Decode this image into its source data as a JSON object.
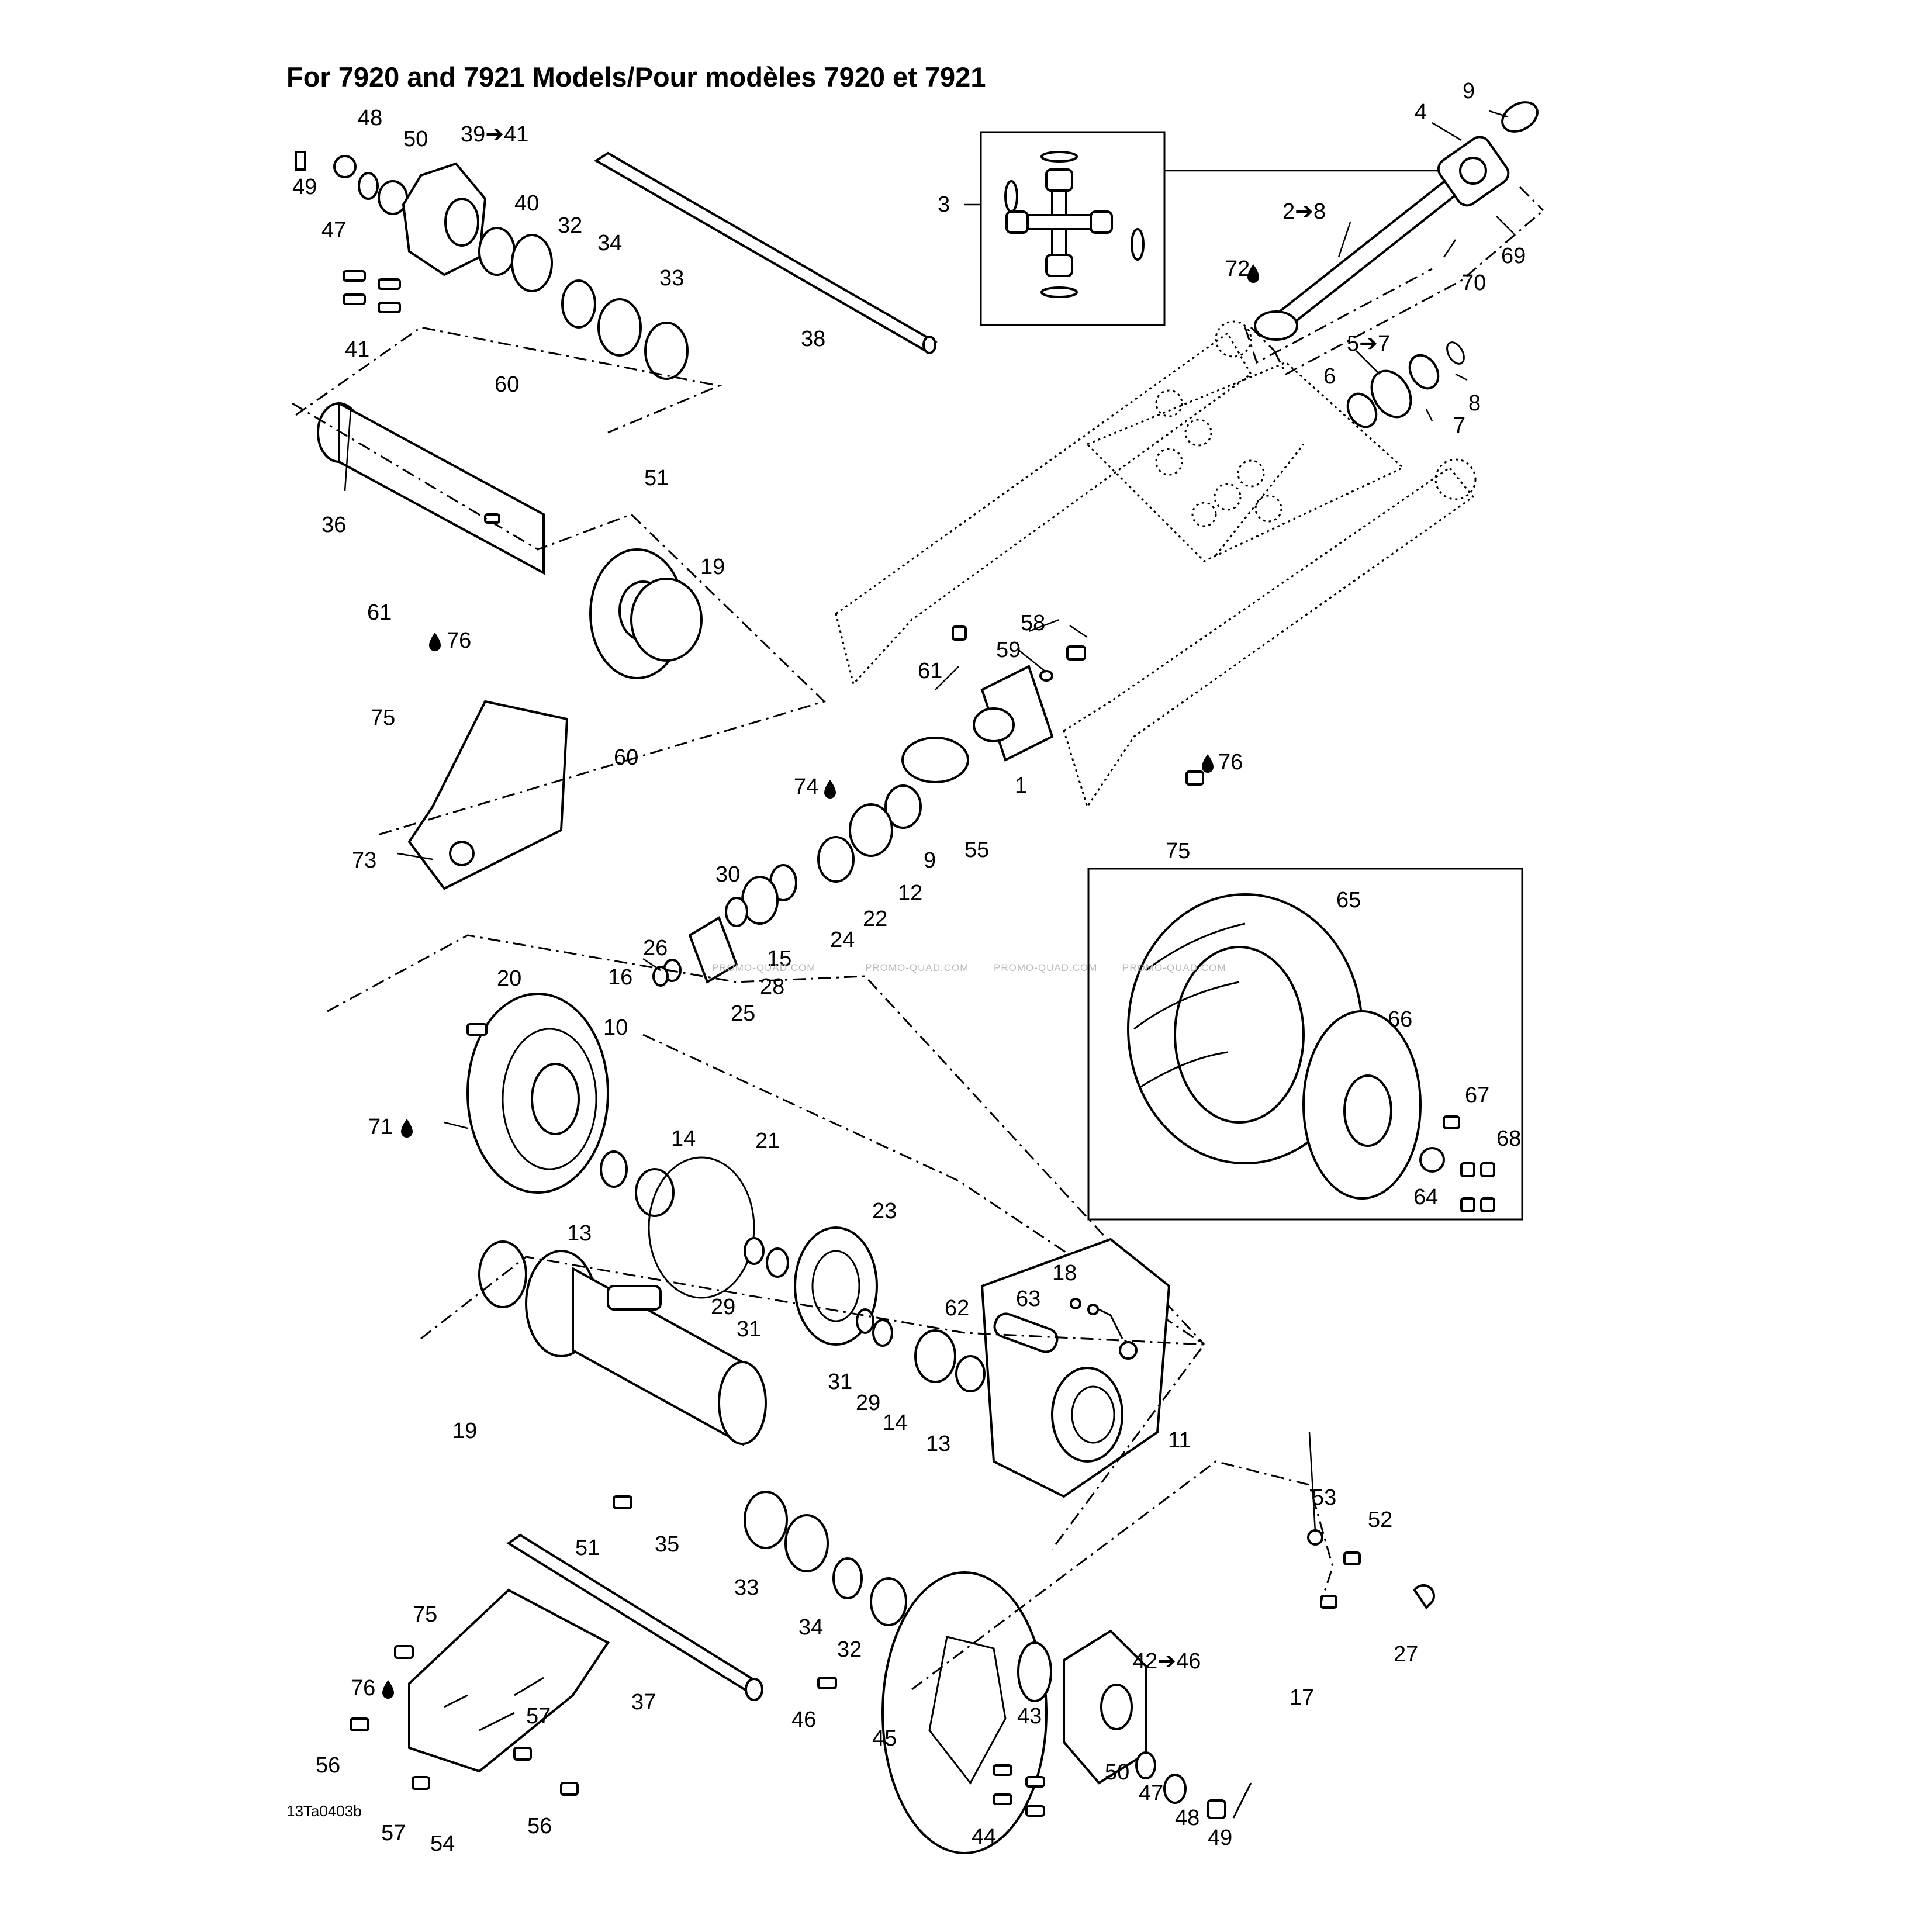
{
  "title": "For 7920 and 7921 Models/Pour modèles 7920 et 7921",
  "footer_code": "13Ta0403b",
  "watermark": "PROMO-QUAD.COM",
  "labels": {
    "l9a": "9",
    "l4": "4",
    "l3": "3",
    "l2to8": "2➔8",
    "l69": "69",
    "l70": "70",
    "l72": "72",
    "l5to7": "5➔7",
    "l6": "6",
    "l8": "8",
    "l7": "7",
    "l48a": "48",
    "l50a": "50",
    "l39to41": "39➔41",
    "l49a": "49",
    "l47a": "47",
    "l40": "40",
    "l32a": "32",
    "l34a": "34",
    "l33a": "33",
    "l41": "41",
    "l38": "38",
    "l60a": "60",
    "l36": "36",
    "l51a": "51",
    "l19a": "19",
    "l61a": "61",
    "l76a": "76",
    "l75a": "75",
    "l60b": "60",
    "l73": "73",
    "l61b": "61",
    "l58": "58",
    "l59": "59",
    "l1": "1",
    "l76b": "76",
    "l75b": "75",
    "l74": "74",
    "l9b": "9",
    "l55": "55",
    "l30": "30",
    "l12": "12",
    "l22": "22",
    "l24": "24",
    "l15": "15",
    "l26": "26",
    "l28": "28",
    "l16": "16",
    "l25": "25",
    "l20": "20",
    "l10": "10",
    "l71": "71",
    "l14a": "14",
    "l21": "21",
    "l13a": "13",
    "l23": "23",
    "l29a": "29",
    "l31a": "31",
    "l18": "18",
    "l63": "63",
    "l62": "62",
    "l31b": "31",
    "l29b": "29",
    "l14b": "14",
    "l13b": "13",
    "l11": "11",
    "l19b": "19",
    "l51b": "51",
    "l35": "35",
    "l33b": "33",
    "l53": "53",
    "l52": "52",
    "l34b": "34",
    "l32b": "32",
    "l27": "27",
    "l75c": "75",
    "l37": "37",
    "l42to46": "42➔46",
    "l76c": "76",
    "l57a": "57",
    "l46": "46",
    "l43": "43",
    "l17": "17",
    "l56a": "56",
    "l45": "45",
    "l50b": "50",
    "l47b": "47",
    "l57b": "57",
    "l54": "54",
    "l56b": "56",
    "l48b": "48",
    "l49b": "49",
    "l44": "44",
    "l65": "65",
    "l66": "66",
    "l67": "67",
    "l68": "68",
    "l64": "64"
  },
  "colors": {
    "line": "#000000",
    "background": "#ffffff",
    "watermark": "#b8b8b8"
  }
}
